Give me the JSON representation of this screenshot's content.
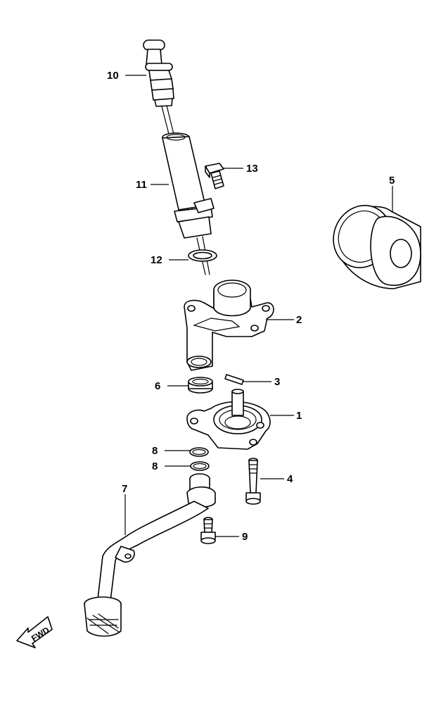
{
  "callouts": [
    {
      "id": "10",
      "label": "10"
    },
    {
      "id": "11",
      "label": "11"
    },
    {
      "id": "12",
      "label": "12"
    },
    {
      "id": "13",
      "label": "13"
    },
    {
      "id": "5",
      "label": "5"
    },
    {
      "id": "2",
      "label": "2"
    },
    {
      "id": "3",
      "label": "3"
    },
    {
      "id": "6",
      "label": "6"
    },
    {
      "id": "1",
      "label": "1"
    },
    {
      "id": "8a",
      "label": "8"
    },
    {
      "id": "8b",
      "label": "8"
    },
    {
      "id": "4",
      "label": "4"
    },
    {
      "id": "7",
      "label": "7"
    },
    {
      "id": "9",
      "label": "9"
    }
  ],
  "fwd_arrow": {
    "label": "FWD"
  }
}
